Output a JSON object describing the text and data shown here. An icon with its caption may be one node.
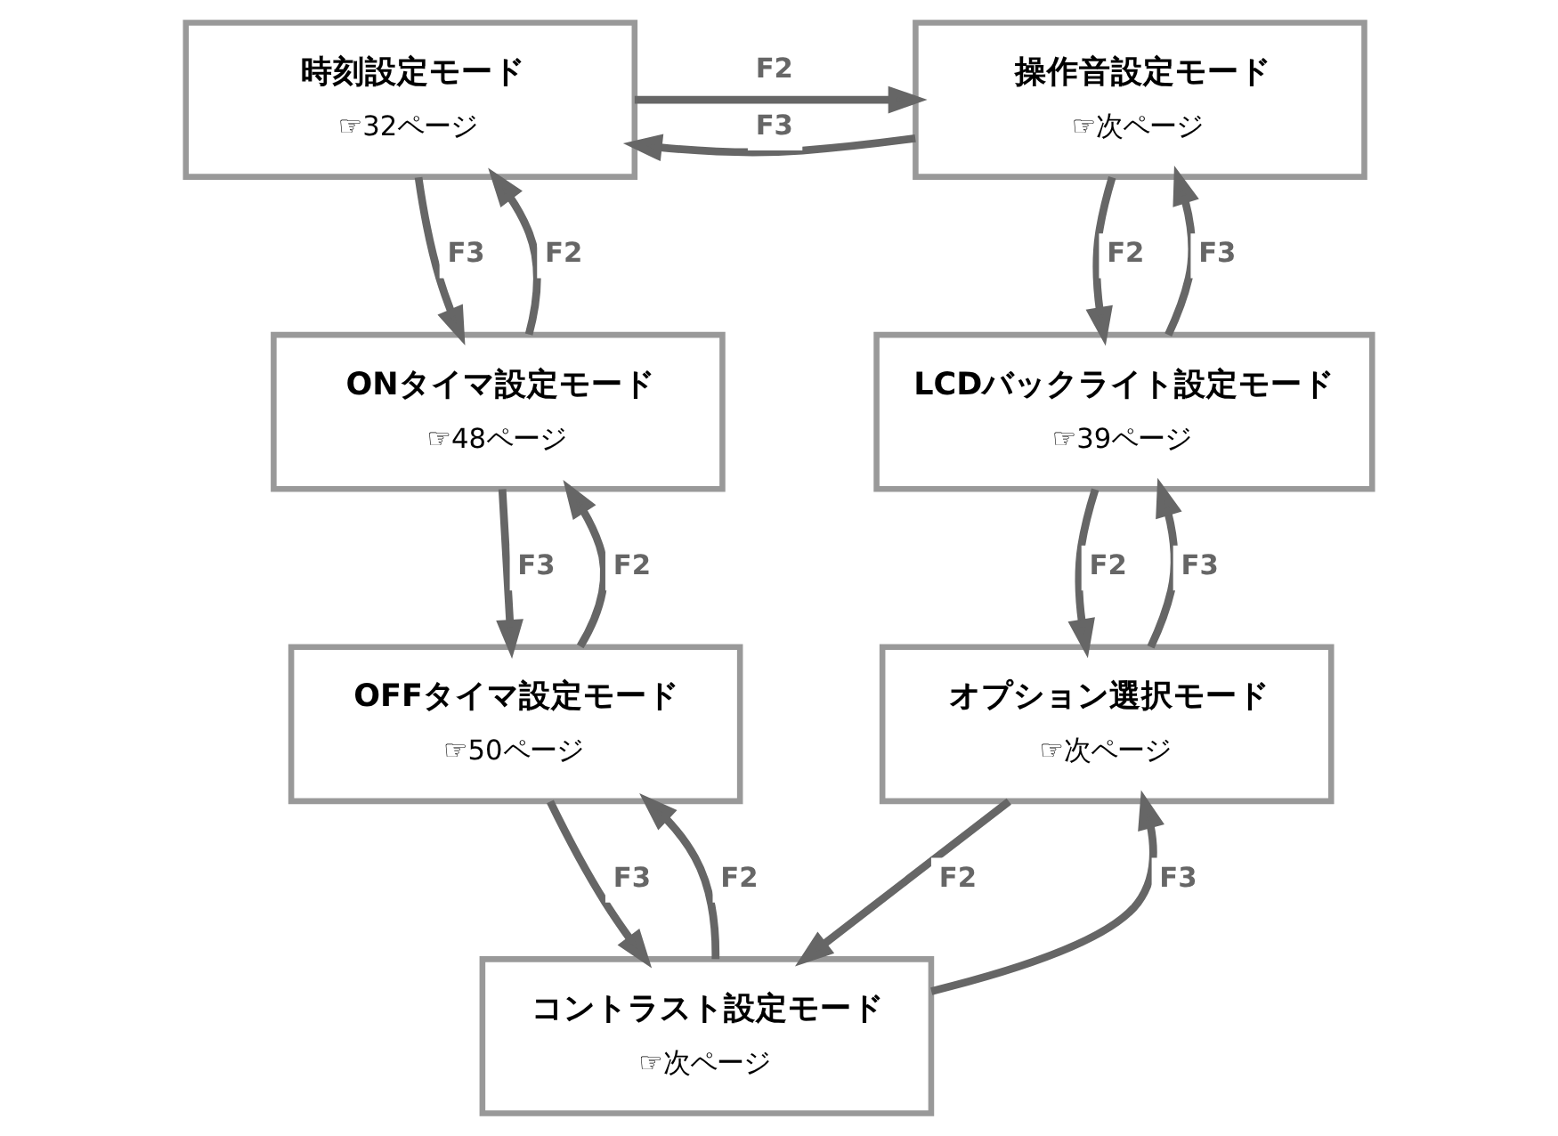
{
  "diagram": {
    "nodes": [
      {
        "text": [
          "時刻設定モード",
          "☞32ページ"
        ]
      },
      {
        "text": [
          "操作音設定モード",
          "☞次ページ"
        ]
      },
      {
        "text": [
          "ONタイマ設定モード",
          "☞48ページ"
        ]
      },
      {
        "text": [
          "LCDバックライト設定モード",
          "☞39ページ"
        ]
      },
      {
        "text": [
          "OFFタイマ設定モード",
          "☞50ページ"
        ]
      },
      {
        "text": [
          "オプション選択モード",
          "☞次ページ"
        ]
      },
      {
        "text": [
          "コントラスト設定モード",
          "☞次ページ"
        ]
      }
    ],
    "edges": [
      {
        "from": 0,
        "to": 1,
        "arrow": "to",
        "label": "F2"
      },
      {
        "from": 1,
        "to": 0,
        "arrow": "to",
        "label": "F3"
      },
      {
        "from": 2,
        "to": 0,
        "arrow": "to",
        "label": "F2"
      },
      {
        "from": 0,
        "to": 2,
        "arrow": "to",
        "label": "F3"
      },
      {
        "from": 3,
        "to": 1,
        "arrow": "to",
        "label": "F3"
      },
      {
        "from": 1,
        "to": 3,
        "arrow": "to",
        "label": "F2"
      },
      {
        "from": 4,
        "to": 2,
        "arrow": "to",
        "label": "F2"
      },
      {
        "from": 2,
        "to": 4,
        "arrow": "to",
        "label": "F3"
      },
      {
        "from": 5,
        "to": 3,
        "arrow": "to",
        "label": "F3"
      },
      {
        "from": 3,
        "to": 5,
        "arrow": "to",
        "label": "F2"
      },
      {
        "from": 6,
        "to": 4,
        "arrow": "to",
        "label": "F2"
      },
      {
        "from": 4,
        "to": 6,
        "arrow": "to",
        "label": "F3"
      },
      {
        "from": 6,
        "to": 5,
        "arrow": "to",
        "label": "F3"
      },
      {
        "from": 5,
        "to": 6,
        "arrow": "to",
        "label": "F2"
      }
    ]
  }
}
